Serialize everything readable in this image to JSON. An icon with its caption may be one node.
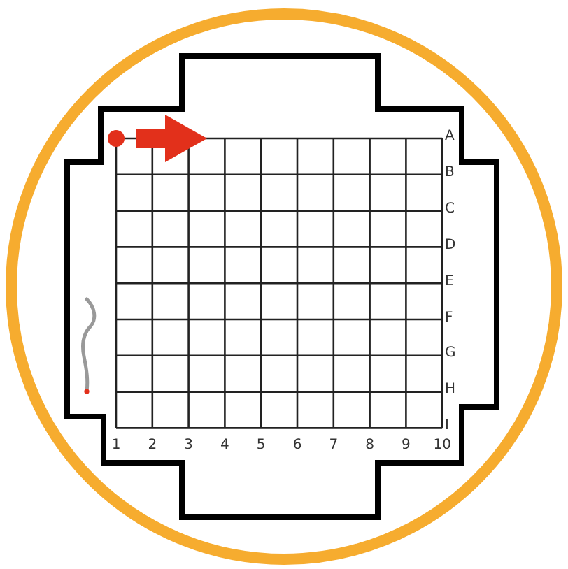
{
  "diagram": {
    "labels": [
      "A",
      "B",
      "C",
      "D",
      "E",
      "F",
      "G",
      "H",
      "I",
      "1",
      "2",
      "3",
      "4",
      "5",
      "6",
      "7",
      "8",
      "9",
      "10"
    ]
  }
}
